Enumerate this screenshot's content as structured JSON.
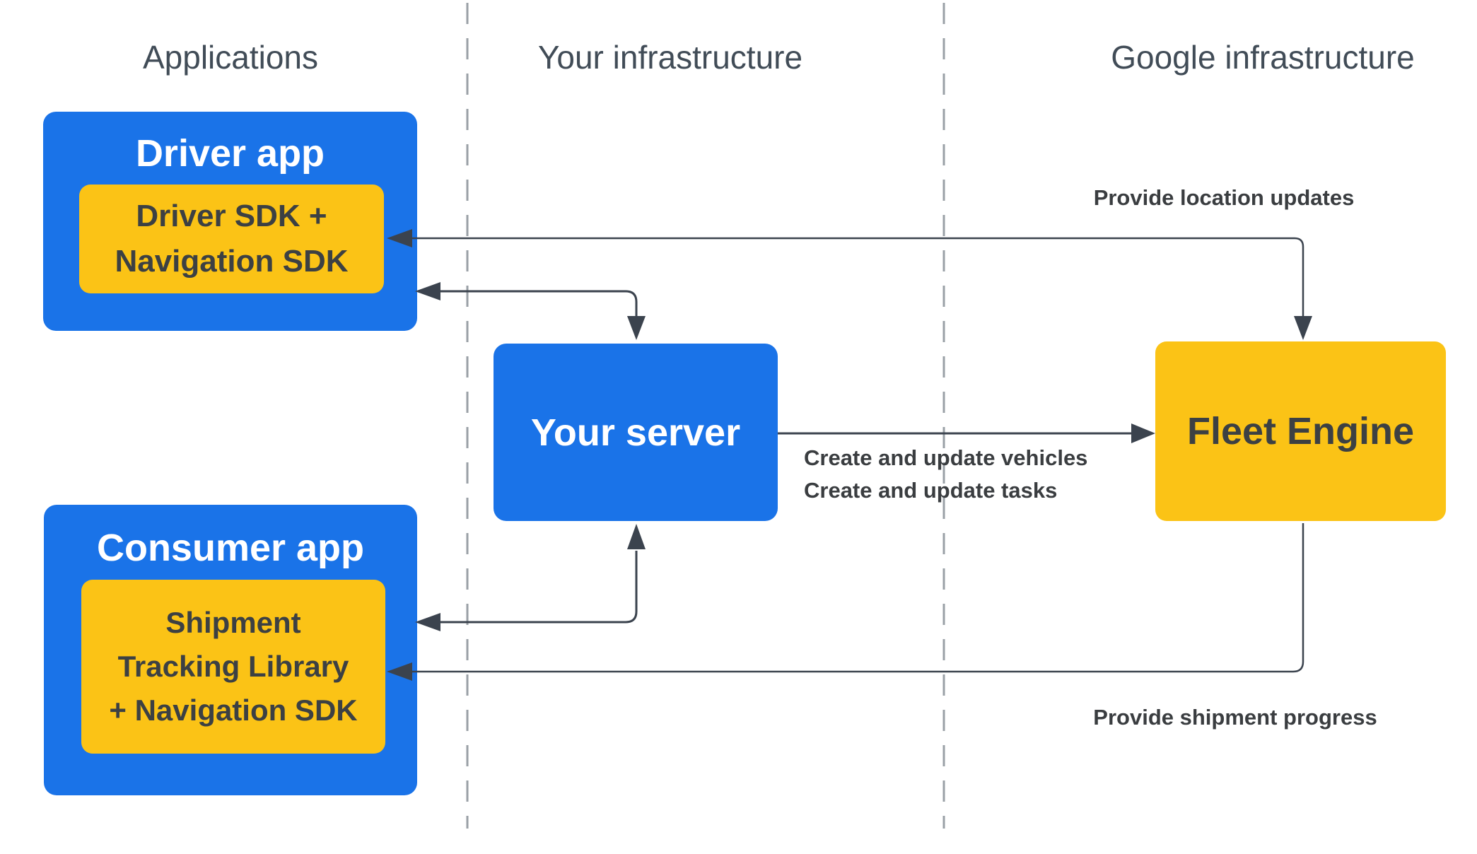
{
  "columns": {
    "applications": "Applications",
    "your_infrastructure": "Your infrastructure",
    "google_infrastructure": "Google infrastructure"
  },
  "nodes": {
    "driver_app": {
      "title": "Driver app",
      "sdk_line1": "Driver SDK +",
      "sdk_line2": "Navigation SDK"
    },
    "your_server": {
      "title": "Your server"
    },
    "fleet_engine": {
      "title": "Fleet Engine"
    },
    "consumer_app": {
      "title": "Consumer app",
      "sdk_line1": "Shipment",
      "sdk_line2": "Tracking Library",
      "sdk_line3": "+ Navigation SDK"
    }
  },
  "edge_labels": {
    "provide_location_updates": "Provide location updates",
    "create_and_update_vehicles": "Create and update vehicles",
    "create_and_update_tasks": "Create and update tasks",
    "provide_shipment_progress": "Provide shipment progress"
  },
  "colors": {
    "node_blue": "#1a73e8",
    "node_yellow": "#fbc316",
    "connector": "#3b434e",
    "dashed_divider": "#9aa0a6",
    "edge_label_text": "#3a3d40",
    "yellow_box_text": "#3c4043",
    "header_text": "#414c57",
    "title_text": "#ffffff"
  }
}
